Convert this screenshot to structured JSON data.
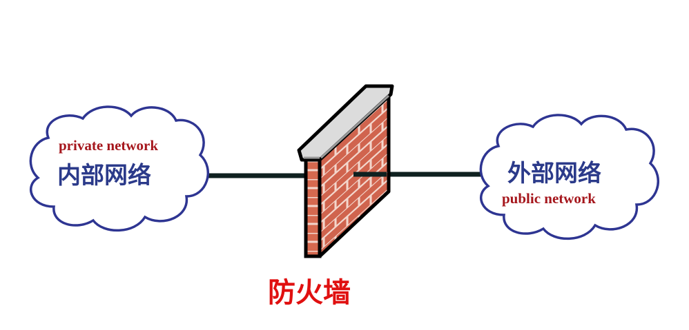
{
  "private_cloud": {
    "en": "private network",
    "zh": "内部网络"
  },
  "public_cloud": {
    "en": "public network",
    "zh": "外部网络"
  },
  "firewall": {
    "label": "防火墙"
  },
  "colors": {
    "cloud_outline": "#2e3592",
    "zh_text": "#2b3a8a",
    "en_text": "#a5161c",
    "firewall_label": "#e01010",
    "brick": "#d0644e",
    "mortar": "#f3d6cc",
    "cap": "#dcdcdc",
    "link": "#0f2120"
  }
}
